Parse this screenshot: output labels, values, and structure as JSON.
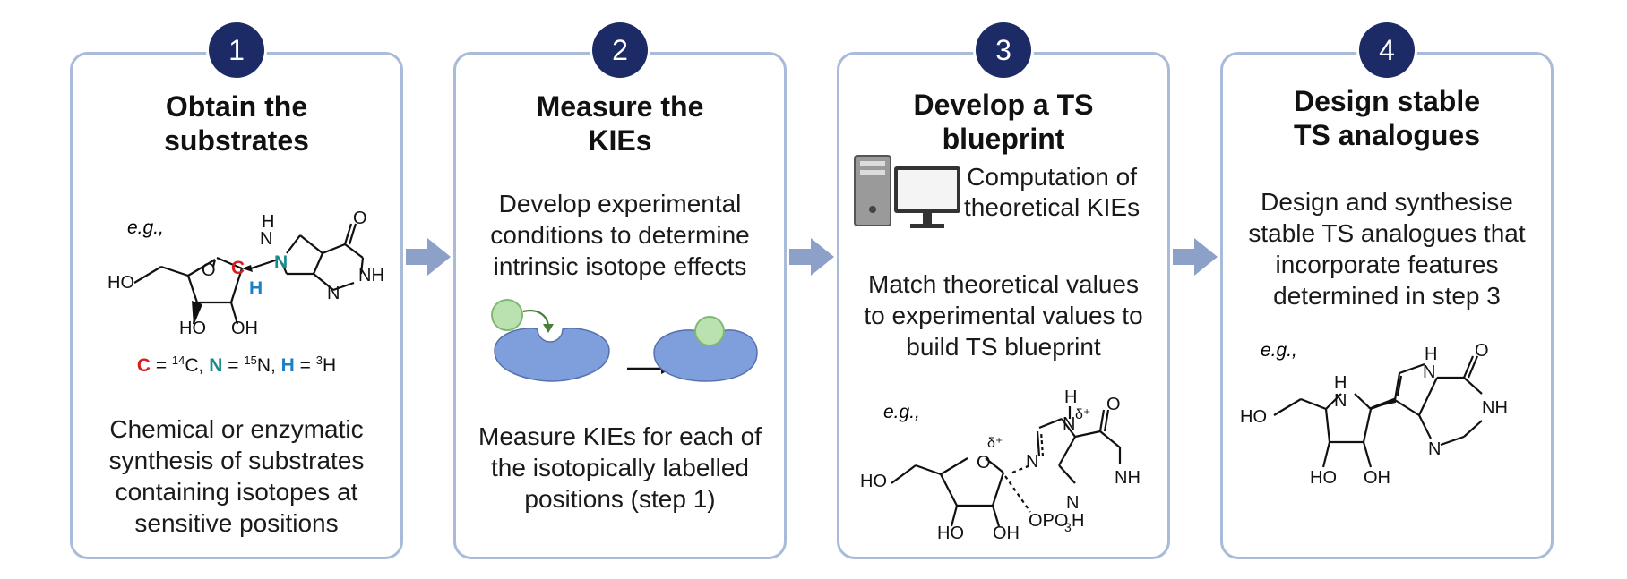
{
  "steps": [
    {
      "number": "1",
      "title": [
        "Obtain the",
        "substrates"
      ],
      "eg_label": "e.g.,",
      "isotope_legend": {
        "c": "C",
        "c_eq": " = ",
        "c_sup": "14",
        "c_val": "C, ",
        "n": "N",
        "n_eq": " = ",
        "n_sup": "15",
        "n_val": "N, ",
        "h": "H",
        "h_eq": " = ",
        "h_sup": "3",
        "h_val": "H"
      },
      "body": [
        "Chemical or enzymatic",
        "synthesis of substrates",
        "containing isotopes at",
        "sensitive positions"
      ]
    },
    {
      "number": "2",
      "title": [
        "Measure the",
        "KIEs"
      ],
      "body_top": [
        "Develop experimental",
        "conditions to determine",
        "intrinsic isotope effects"
      ],
      "body": [
        "Measure KIEs for each of",
        "the isotopically labelled",
        "positions (step 1)"
      ]
    },
    {
      "number": "3",
      "title": [
        "Develop a TS",
        "blueprint"
      ],
      "computer_caption": [
        "Computation of",
        "theoretical KIEs"
      ],
      "body_top": [
        "Match theoretical values",
        "to experimental values to",
        "build TS blueprint"
      ],
      "eg_label": "e.g.,"
    },
    {
      "number": "4",
      "title": [
        "Design stable",
        "TS analogues"
      ],
      "body_top": [
        "Design and synthesise",
        "stable TS analogues that",
        "incorporate features",
        "determined in step 3"
      ],
      "eg_label": "e.g.,"
    }
  ],
  "colors": {
    "badge": "#1c2a66",
    "panel_border": "#a8bbd8",
    "arrow": "#8da0c8",
    "enzyme": "#7f9fdc",
    "substrate": "#b9e2b0",
    "label_c": "#d62020",
    "label_n": "#1a8a8a",
    "label_h": "#1e7fc4"
  },
  "icons": [
    "arrow-right-icon",
    "computer-icon",
    "enzyme-icon",
    "substrate-icon"
  ]
}
